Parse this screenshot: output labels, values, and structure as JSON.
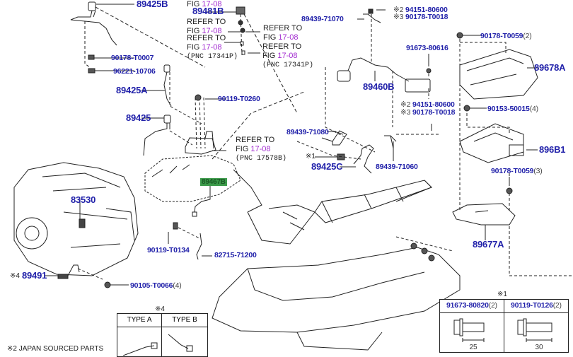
{
  "diagram": {
    "labels": {
      "p89425B": "89425B",
      "p90178T0007": "90178-T0007",
      "p96221_10706": "96221-10706",
      "p89425A": "89425A",
      "p89425": "89425",
      "p89481B": "89481B",
      "p90119T0260": "90119-T0260",
      "p89439_71070": "89439-71070",
      "p94151_80600_top": "94151-80600",
      "p90178T0018_top": "90178-T0018",
      "p91673_80616": "91673-80616",
      "p90178T0059_a": "90178-T0059",
      "p90178T0059_a_qty": "(2)",
      "p89678A": "89678A",
      "p89460B": "89460B",
      "p94151_80600_mid": "94151-80600",
      "p90178T0018_mid": "90178-T0018",
      "p90153_50015": "90153-50015",
      "p90153_50015_qty": "(4)",
      "p896B1": "896B1",
      "p89439_71080": "89439-71080",
      "p89425C": "89425C",
      "p89439_71060": "89439-71060",
      "p90178T0059_b": "90178-T0059",
      "p90178T0059_b_qty": "(3)",
      "p83530": "83530",
      "p89467B": "89467B",
      "p90119T0134": "90119-T0134",
      "p82715_71200": "82715-71200",
      "p89677A": "89677A",
      "p89491": "89491",
      "p90105T0066": "90105-T0066",
      "p90105T0066_qty": "(4)"
    },
    "marks": {
      "m1": "※1",
      "m2": "※2",
      "m3": "※3",
      "m4": "※4"
    },
    "refer": {
      "refer_to": "REFER TO",
      "fig_prefix": "FIG ",
      "fig_num": "17-08",
      "pnc_17341P": "(PNC 17341P)",
      "pnc_17578B": "(PNC 17578B)"
    },
    "footnote": "※2 JAPAN SOURCED PARTS",
    "type_table": {
      "mark": "※4",
      "type_a": "TYPE A",
      "type_b": "TYPE B"
    },
    "bolt_table": {
      "mark": "※1",
      "col1_part": "91673-80820",
      "col1_qty": "(2)",
      "col1_len": "25",
      "col2_part": "90119-T0126",
      "col2_qty": "(2)",
      "col2_len": "30"
    },
    "colors": {
      "label": "#2222aa",
      "fig": "#a22ad0",
      "highlight": "#3c9a4a"
    }
  }
}
